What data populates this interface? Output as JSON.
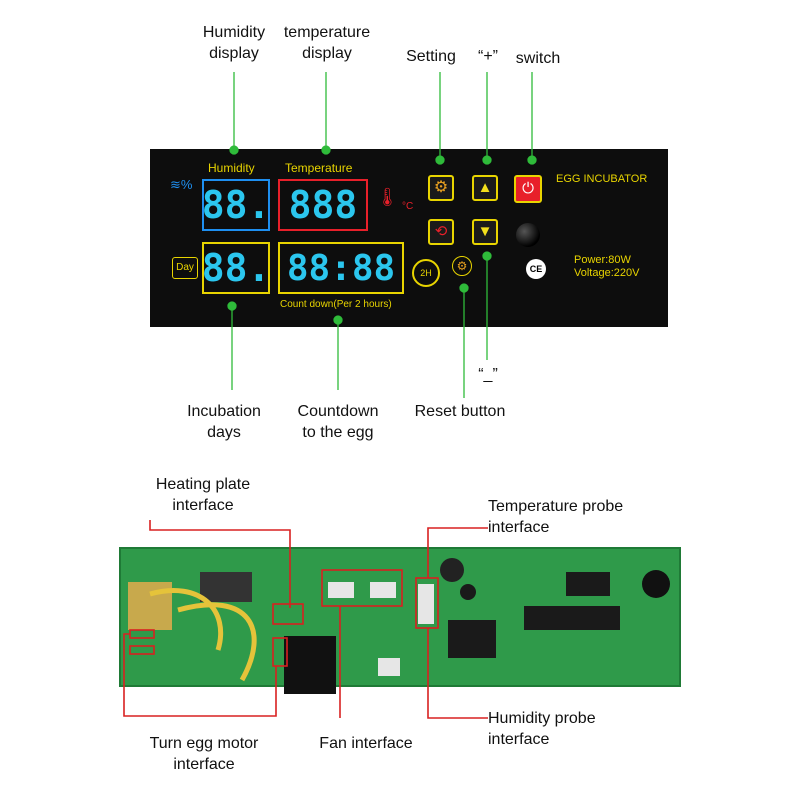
{
  "callouts": {
    "humidity_display": "Humidity\ndisplay",
    "temperature_display": "temperature\ndisplay",
    "setting": "Setting",
    "plus": "“+”",
    "switch": "switch",
    "minus": "“_”",
    "incubation_days": "Incubation\ndays",
    "countdown": "Countdown\nto the egg",
    "reset_button": "Reset button",
    "heating_plate": "Heating plate\ninterface",
    "temperature_probe": "Temperature probe\ninterface",
    "turn_egg_motor": "Turn egg motor\ninterface",
    "fan": "Fan interface",
    "humidity_probe": "Humidity probe\ninterface"
  },
  "panel": {
    "humidity_label": "Humidity",
    "temperature_label": "Temperature",
    "humidity_value": "88.",
    "temperature_value": "888",
    "days_value": "88.",
    "countdown_value": "88:88",
    "countdown_label": "Count down(Per 2 hours)",
    "day_icon_text": "Day",
    "two_h_text": "2H",
    "celsius": "°C",
    "brand": "EGG INCUBATOR",
    "power": "Power:80W",
    "voltage": "Voltage:220V",
    "ce_mark": "CE"
  },
  "colors": {
    "panel_bg": "#0d0d0d",
    "humidity_blue": "#1e8ff0",
    "temp_red": "#e8202a",
    "yellow": "#f3df1c",
    "seg_cyan": "#2bc6ee",
    "callout_green": "#2fbb3a",
    "pcb_green": "#2f9a4a",
    "outline_red": "#d92121"
  }
}
